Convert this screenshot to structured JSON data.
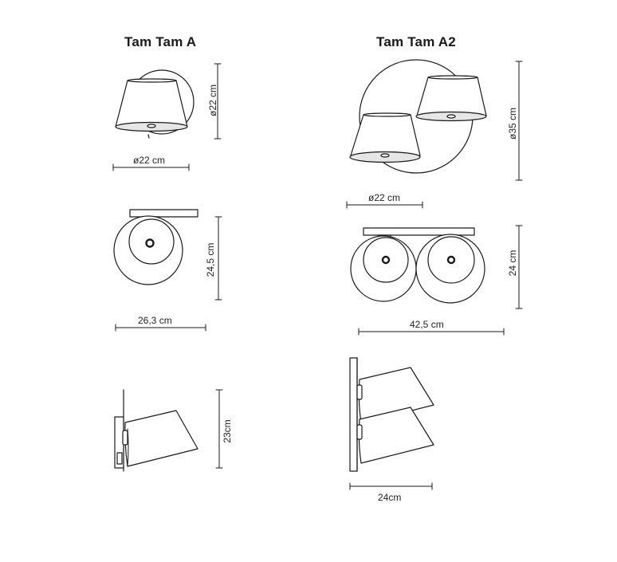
{
  "products": [
    {
      "title": "Tam Tam A",
      "front_height": "ø22 cm",
      "front_width": "ø22 cm",
      "top_depth": "24,5 cm",
      "top_width": "26,3 cm",
      "side_height": "23cm"
    },
    {
      "title": "Tam Tam A2",
      "front_height": "ø35 cm",
      "front_width": "ø22 cm",
      "top_depth": "24 cm",
      "top_width": "42,5 cm",
      "side_width": "24cm"
    }
  ],
  "colors": {
    "line": "#1a1a1a",
    "shade_fill": "#ffffff",
    "diffuser_fill": "#e6e6e6"
  }
}
